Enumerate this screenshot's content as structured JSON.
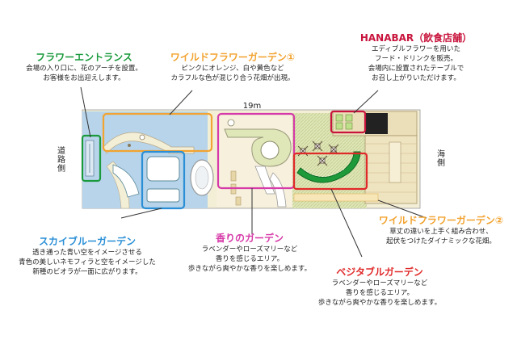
{
  "colors": {
    "green": "#1a9a3c",
    "orange": "#f2a330",
    "magenta": "#d63aa8",
    "red": "#e02a2a",
    "blue": "#2a8fd6",
    "crimson": "#c8143c"
  },
  "map": {
    "dimension_label": "19m",
    "road_side_label": "道路側",
    "sea_side_label": "海側"
  },
  "sections": [
    {
      "id": "flower-entrance",
      "title": "フラワーエントランス",
      "color": "#1a9a3c",
      "desc": [
        "会場の入り口に、花のアーチを設置。",
        "お客様をお出迎えします。"
      ]
    },
    {
      "id": "wild-flower-garden-1",
      "title": "ワイルドフラワーガーデン①",
      "color": "#f2a330",
      "desc": [
        "ピンクにオレンジ、白や黄色など",
        "カラフルな色が混じり合う花畑が出現。"
      ]
    },
    {
      "id": "hanabar",
      "title": "HANABAR（飲食店舗）",
      "color": "#c8143c",
      "desc": [
        "エディブルフラワーを用いた",
        "フード・ドリンクを販売。",
        "会場内に設置されたテーブルで",
        "お召し上がりいただけます。"
      ]
    },
    {
      "id": "wild-flower-garden-2",
      "title": "ワイルドフラワーガーデン②",
      "color": "#f2a330",
      "desc": [
        "草丈の違いを上手く組み合わせ、",
        "起伏をつけたダイナミックな花畑。"
      ]
    },
    {
      "id": "sky-blue-garden",
      "title": "スカイブルーガーデン",
      "color": "#2a8fd6",
      "desc": [
        "透き通った青い空をイメージさせる",
        "青色の美しいネモフィラと空をイメージした",
        "新種のビオラが一面に広がります。"
      ]
    },
    {
      "id": "scent-garden",
      "title": "香りのガーデン",
      "color": "#d63aa8",
      "desc": [
        "ラベンダーやローズマリーなど",
        "香りを感じるエリア。",
        "歩きながら爽やかな香りを楽しめます。"
      ]
    },
    {
      "id": "vegetable-garden",
      "title": "ベジタブルガーデン",
      "color": "#e02a2a",
      "desc": [
        "ラベンダーやローズマリーなど",
        "香りを感じるエリア。",
        "歩きながら爽やかな香りを楽しめます。"
      ]
    }
  ]
}
